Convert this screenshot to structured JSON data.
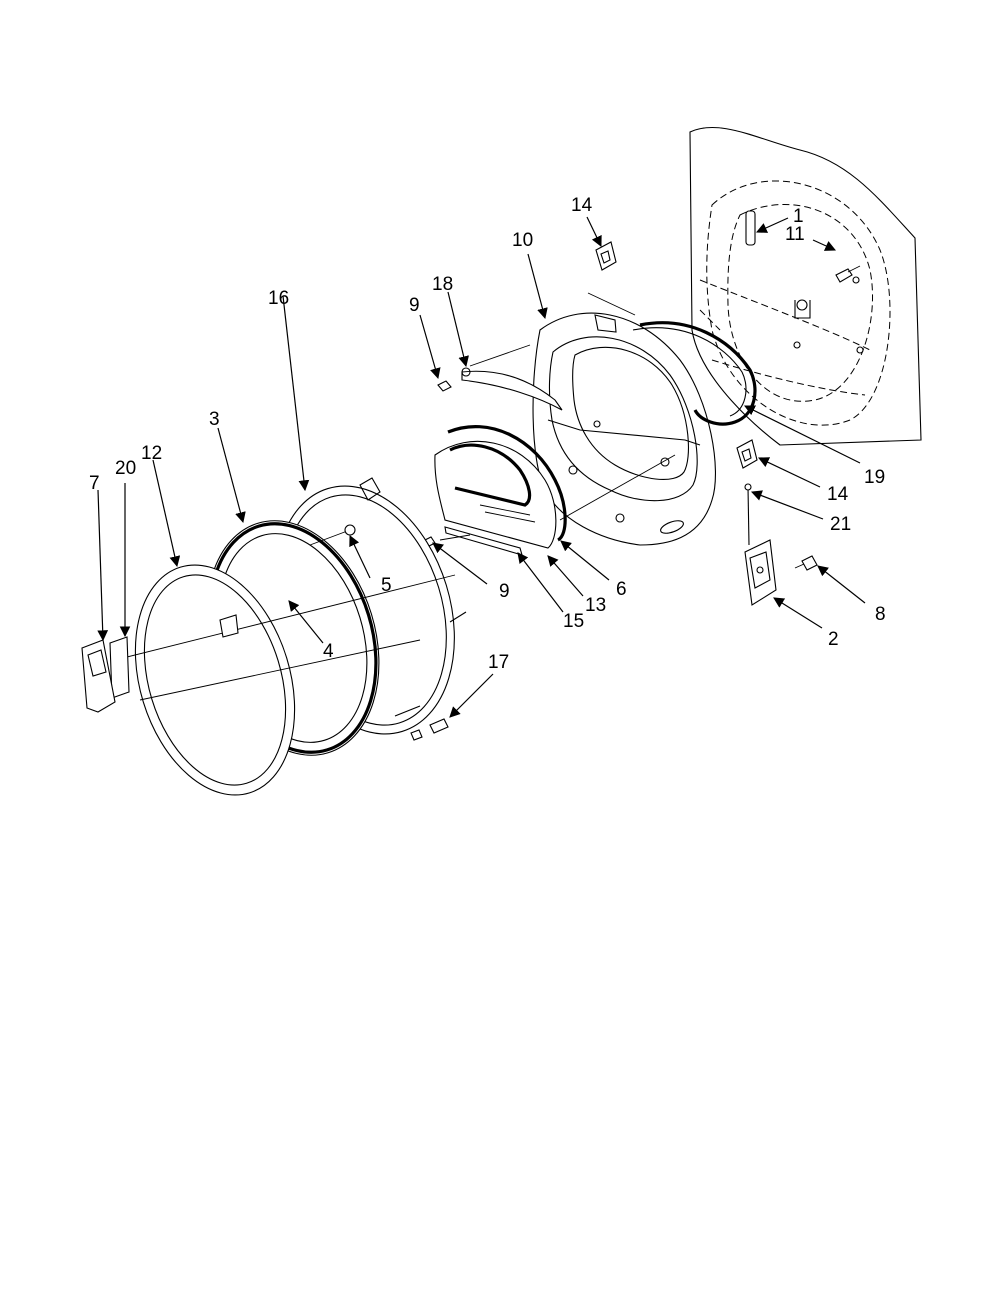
{
  "diagram": {
    "callouts": [
      {
        "id": "c1",
        "text": "1"
      },
      {
        "id": "c2",
        "text": "2"
      },
      {
        "id": "c3",
        "text": "3"
      },
      {
        "id": "c4",
        "text": "4"
      },
      {
        "id": "c5",
        "text": "5"
      },
      {
        "id": "c6",
        "text": "6"
      },
      {
        "id": "c7",
        "text": "7"
      },
      {
        "id": "c8",
        "text": "8"
      },
      {
        "id": "c9a",
        "text": "9"
      },
      {
        "id": "c9b",
        "text": "9"
      },
      {
        "id": "c10",
        "text": "10"
      },
      {
        "id": "c11",
        "text": "11"
      },
      {
        "id": "c12",
        "text": "12"
      },
      {
        "id": "c13",
        "text": "13"
      },
      {
        "id": "c14a",
        "text": "14"
      },
      {
        "id": "c14b",
        "text": "14"
      },
      {
        "id": "c15",
        "text": "15"
      },
      {
        "id": "c16",
        "text": "16"
      },
      {
        "id": "c17",
        "text": "17"
      },
      {
        "id": "c18",
        "text": "18"
      },
      {
        "id": "c19",
        "text": "19"
      },
      {
        "id": "c20",
        "text": "20"
      },
      {
        "id": "c21",
        "text": "21"
      }
    ],
    "line_color": "#000000",
    "background_color": "#ffffff"
  }
}
